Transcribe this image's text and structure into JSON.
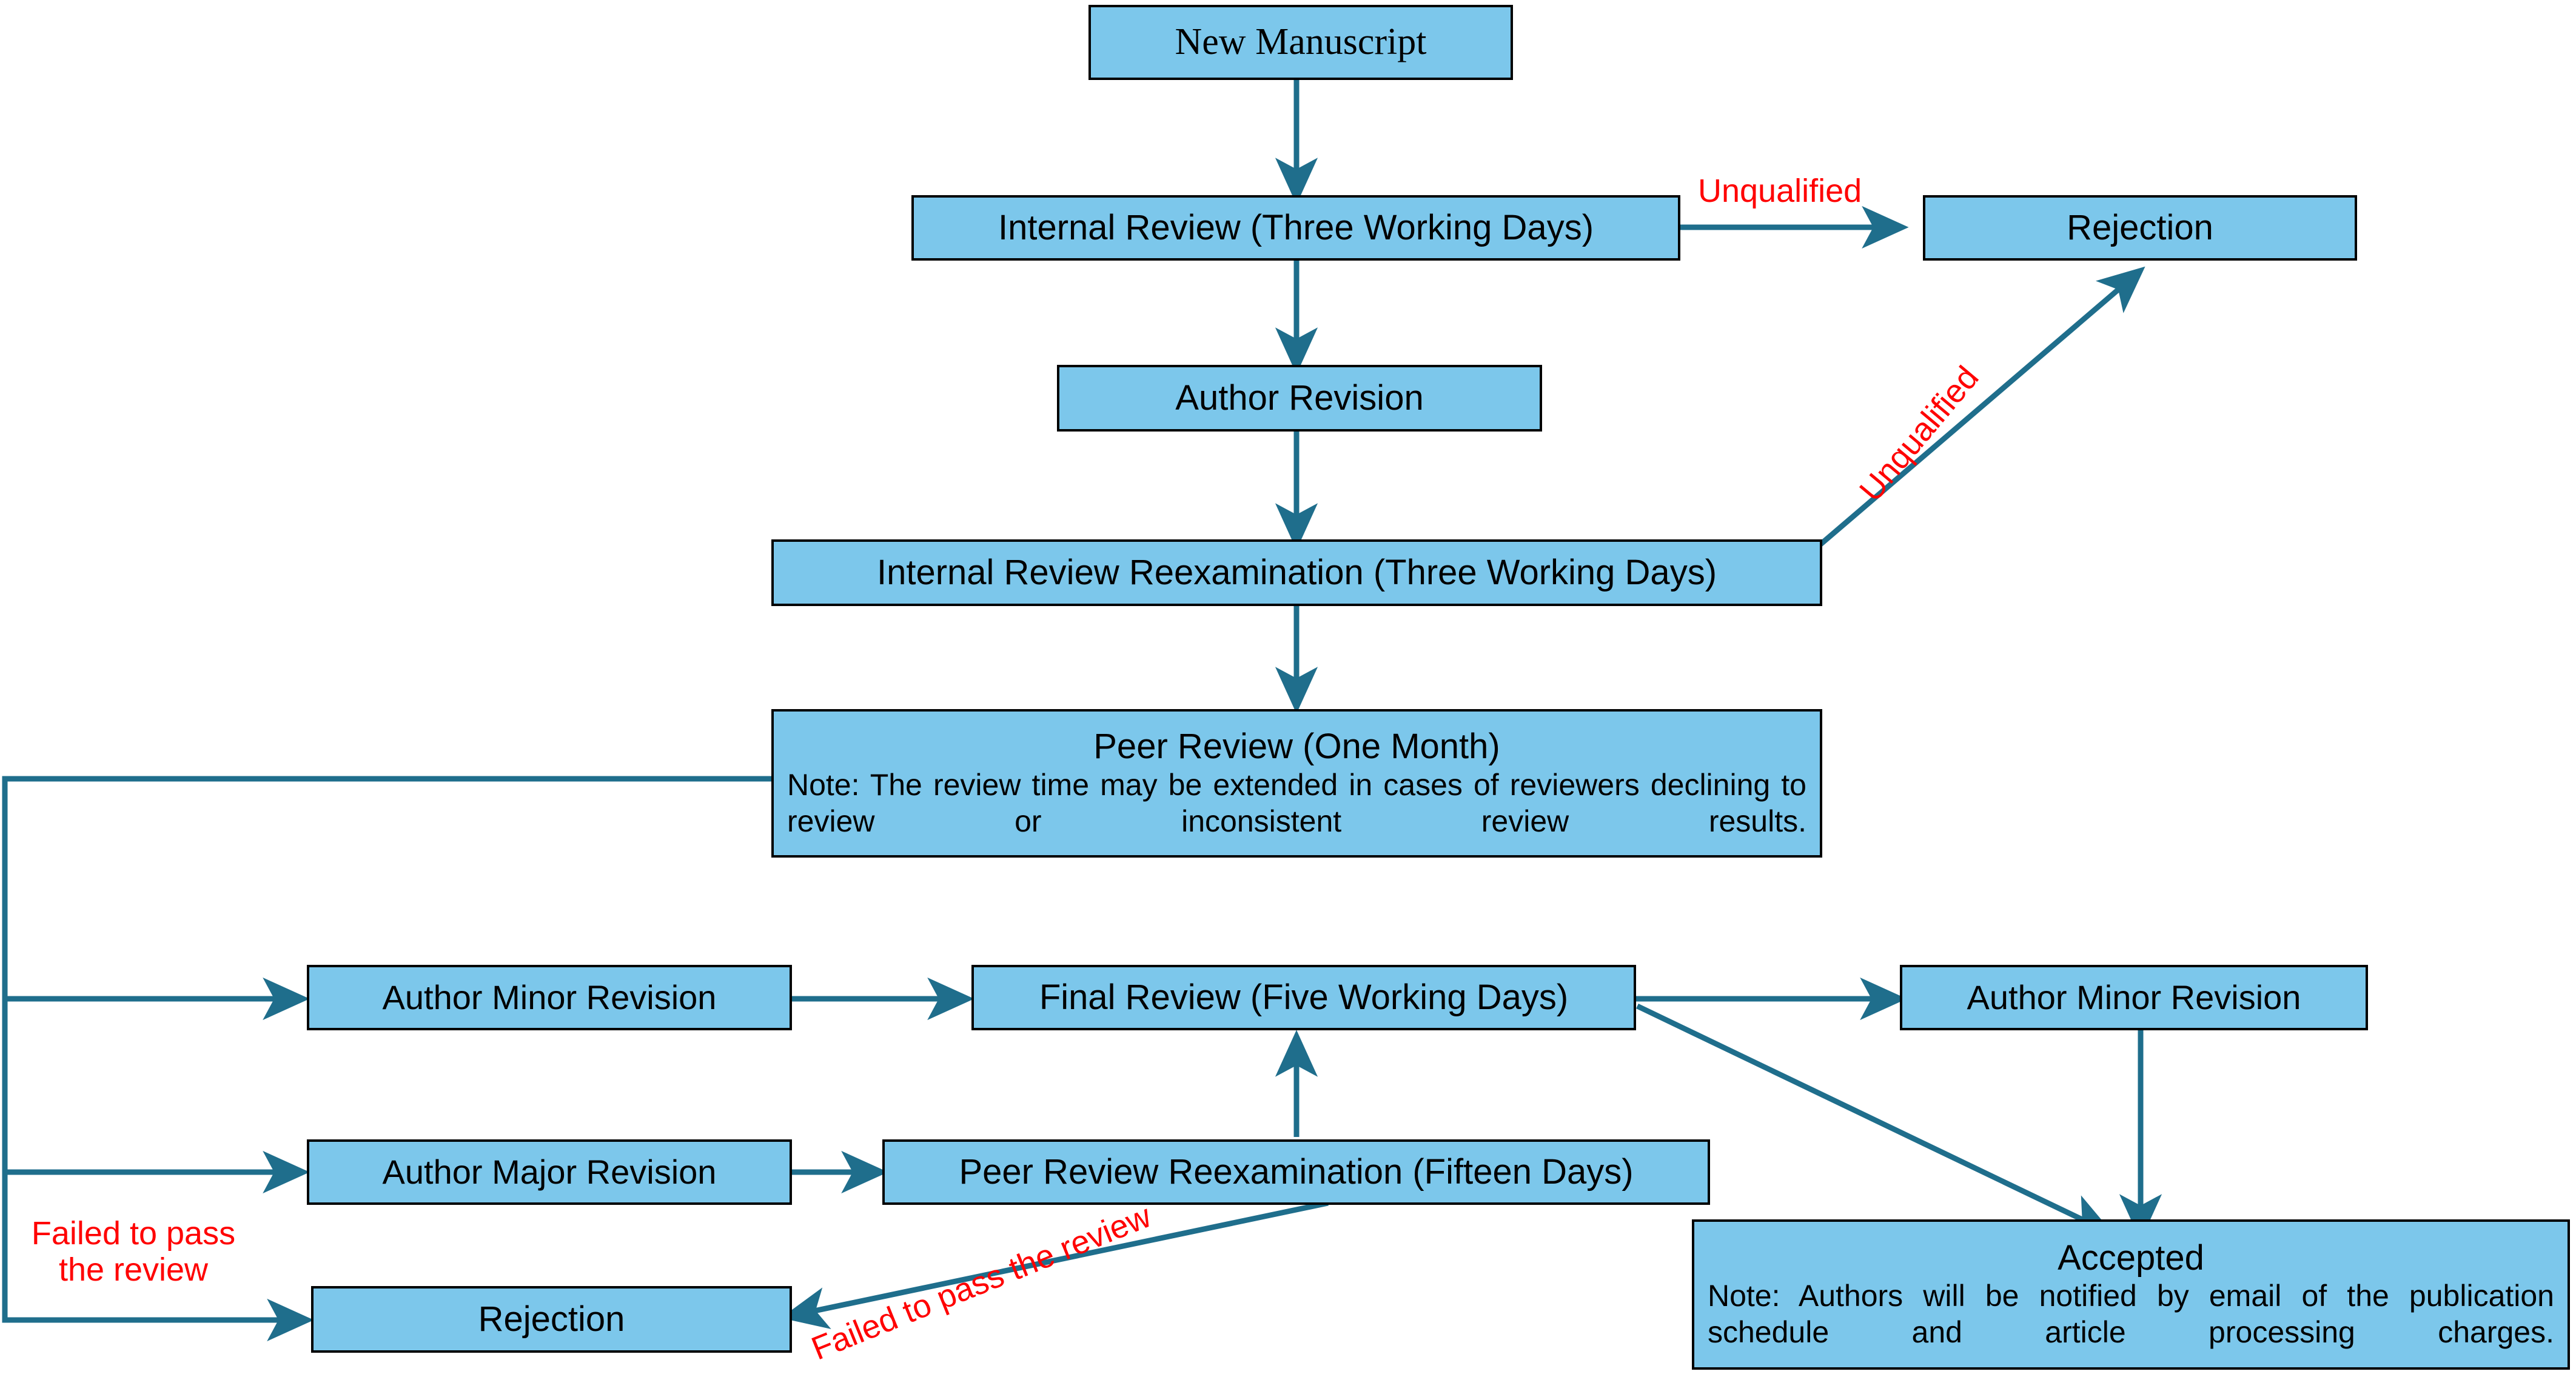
{
  "diagram": {
    "type": "flowchart",
    "title": "Manuscript Peer Review and Publication Workflow",
    "colors": {
      "node_fill": "#7cc7eb",
      "node_border": "#000000",
      "edge": "#1f6e8c",
      "label_text": "#ff0000",
      "background": "#ffffff"
    }
  },
  "nodes": {
    "new_manuscript": {
      "title": "New Manuscript"
    },
    "internal_review": {
      "title": "Internal Review (Three  Working Days)"
    },
    "rejection_top": {
      "title": "Rejection"
    },
    "author_revision": {
      "title": "Author Revision"
    },
    "internal_review_reexam": {
      "title": "Internal Review Reexamination (Three  Working Days)"
    },
    "peer_review": {
      "title": "Peer Review (One Month)",
      "note": "Note: The review time may be extended in cases of reviewers declining to review or inconsistent review results."
    },
    "author_minor_revision_left": {
      "title": "Author Minor Revision"
    },
    "final_review": {
      "title": "Final Review (Five  Working Days)"
    },
    "author_minor_revision_right": {
      "title": "Author Minor Revision"
    },
    "author_major_revision": {
      "title": "Author Major Revision"
    },
    "peer_review_reexam": {
      "title": "Peer Review Reexamination (Fifteen  Days)"
    },
    "rejection_bottom": {
      "title": "Rejection"
    },
    "accepted": {
      "title": "Accepted",
      "note": "Note: Authors will be notified by email of the publication schedule and article processing charges."
    }
  },
  "edge_labels": {
    "unqualified_horizontal": "Unqualified",
    "unqualified_diagonal": "Unqualified",
    "failed_left": "Failed to pass\nthe review",
    "failed_diagonal": "Failed to pass the review"
  }
}
